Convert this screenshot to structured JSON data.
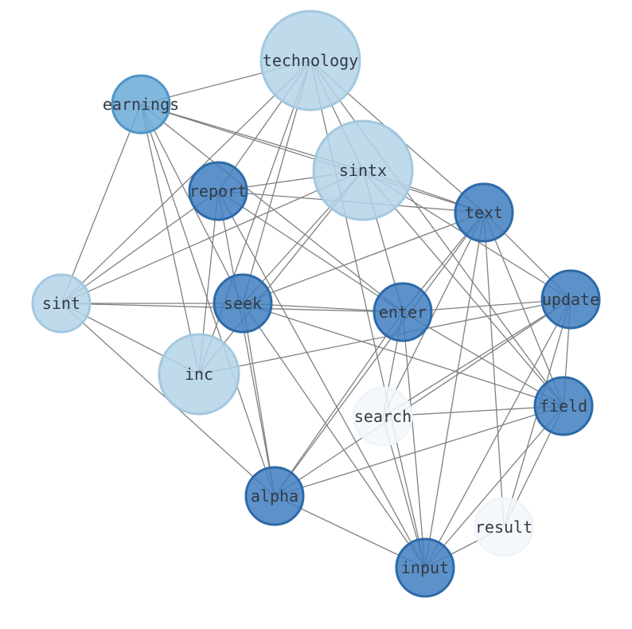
{
  "graph": {
    "type": "network",
    "nodes": [
      {
        "id": "technology",
        "label": "technology",
        "color": "#b3d3e8",
        "border": "#a3c8e0",
        "size": "large"
      },
      {
        "id": "earnings",
        "label": "earnings",
        "color": "#6aaad6",
        "border": "#4f95c8",
        "size": "small"
      },
      {
        "id": "sintx",
        "label": "sintx",
        "color": "#b3d3e8",
        "border": "#a3c8e0",
        "size": "large"
      },
      {
        "id": "report",
        "label": "report",
        "color": "#3f7fbf",
        "border": "#2d6aa8",
        "size": "small"
      },
      {
        "id": "text",
        "label": "text",
        "color": "#3f7fbf",
        "border": "#2d6aa8",
        "size": "small"
      },
      {
        "id": "sint",
        "label": "sint",
        "color": "#b3d3e8",
        "border": "#a3c8e0",
        "size": "small"
      },
      {
        "id": "seek",
        "label": "seek",
        "color": "#3f7fbf",
        "border": "#2d6aa8",
        "size": "small"
      },
      {
        "id": "enter",
        "label": "enter",
        "color": "#3f7fbf",
        "border": "#2d6aa8",
        "size": "small"
      },
      {
        "id": "update",
        "label": "update",
        "color": "#3f7fbf",
        "border": "#2d6aa8",
        "size": "small"
      },
      {
        "id": "inc",
        "label": "inc",
        "color": "#b3d3e8",
        "border": "#a3c8e0",
        "size": "medium"
      },
      {
        "id": "search",
        "label": "search",
        "color": "#f4f8fc",
        "border": "#eef4fa",
        "size": "small"
      },
      {
        "id": "field",
        "label": "field",
        "color": "#3f7fbf",
        "border": "#2d6aa8",
        "size": "small"
      },
      {
        "id": "alpha",
        "label": "alpha",
        "color": "#3f7fbf",
        "border": "#2d6aa8",
        "size": "small"
      },
      {
        "id": "result",
        "label": "result",
        "color": "#f4f8fc",
        "border": "#eef4fa",
        "size": "small"
      },
      {
        "id": "input",
        "label": "input",
        "color": "#3f7fbf",
        "border": "#2d6aa8",
        "size": "small"
      }
    ],
    "edges": [
      [
        "technology",
        "earnings"
      ],
      [
        "technology",
        "sintx"
      ],
      [
        "technology",
        "report"
      ],
      [
        "technology",
        "text"
      ],
      [
        "technology",
        "sint"
      ],
      [
        "technology",
        "seek"
      ],
      [
        "technology",
        "inc"
      ],
      [
        "technology",
        "field"
      ],
      [
        "technology",
        "input"
      ],
      [
        "earnings",
        "sintx"
      ],
      [
        "earnings",
        "text"
      ],
      [
        "earnings",
        "sint"
      ],
      [
        "earnings",
        "seek"
      ],
      [
        "earnings",
        "enter"
      ],
      [
        "earnings",
        "inc"
      ],
      [
        "earnings",
        "alpha"
      ],
      [
        "sintx",
        "report"
      ],
      [
        "sintx",
        "text"
      ],
      [
        "sintx",
        "sint"
      ],
      [
        "sintx",
        "seek"
      ],
      [
        "sintx",
        "enter"
      ],
      [
        "sintx",
        "update"
      ],
      [
        "sintx",
        "inc"
      ],
      [
        "sintx",
        "field"
      ],
      [
        "report",
        "text"
      ],
      [
        "report",
        "sint"
      ],
      [
        "report",
        "enter"
      ],
      [
        "report",
        "inc"
      ],
      [
        "report",
        "alpha"
      ],
      [
        "report",
        "input"
      ],
      [
        "text",
        "seek"
      ],
      [
        "text",
        "enter"
      ],
      [
        "text",
        "update"
      ],
      [
        "text",
        "search"
      ],
      [
        "text",
        "field"
      ],
      [
        "text",
        "alpha"
      ],
      [
        "text",
        "result"
      ],
      [
        "text",
        "input"
      ],
      [
        "sint",
        "seek"
      ],
      [
        "sint",
        "enter"
      ],
      [
        "sint",
        "inc"
      ],
      [
        "sint",
        "alpha"
      ],
      [
        "seek",
        "enter"
      ],
      [
        "seek",
        "field"
      ],
      [
        "seek",
        "alpha"
      ],
      [
        "seek",
        "input"
      ],
      [
        "enter",
        "update"
      ],
      [
        "enter",
        "field"
      ],
      [
        "enter",
        "search"
      ],
      [
        "enter",
        "alpha"
      ],
      [
        "enter",
        "input"
      ],
      [
        "update",
        "inc"
      ],
      [
        "update",
        "search"
      ],
      [
        "update",
        "field"
      ],
      [
        "update",
        "alpha"
      ],
      [
        "update",
        "result"
      ],
      [
        "update",
        "input"
      ],
      [
        "field",
        "search"
      ],
      [
        "field",
        "alpha"
      ],
      [
        "field",
        "result"
      ],
      [
        "field",
        "input"
      ],
      [
        "search",
        "input"
      ],
      [
        "alpha",
        "input"
      ],
      [
        "result",
        "input"
      ]
    ]
  }
}
